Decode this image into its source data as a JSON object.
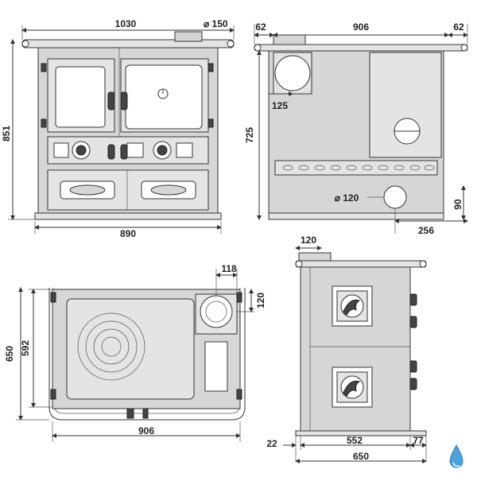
{
  "views": {
    "front": {
      "overall_width": "1030",
      "flue_diameter": "⌀ 150",
      "height": "851",
      "body_width": "890"
    },
    "back": {
      "left_margin": "62",
      "width": "906",
      "right_margin": "62",
      "height": "725",
      "flue_offset": "125",
      "air_inlet_diameter": "⌀ 120",
      "inlet_height": "90",
      "inlet_offset": "256"
    },
    "top": {
      "flue_offset_x": "118",
      "flue_offset_y": "120",
      "depth_outer": "650",
      "depth_inner": "592",
      "width": "906"
    },
    "side": {
      "flue_offset": "120",
      "front_margin": "22",
      "body_depth": "552",
      "rear_margin": "77",
      "total_depth": "650"
    }
  },
  "colors": {
    "panel": "#d6d6d6",
    "line": "#333333",
    "logo": "#4aa3df"
  },
  "icons": [
    "flame-logo-icon",
    "water-drop-logo-icon"
  ]
}
